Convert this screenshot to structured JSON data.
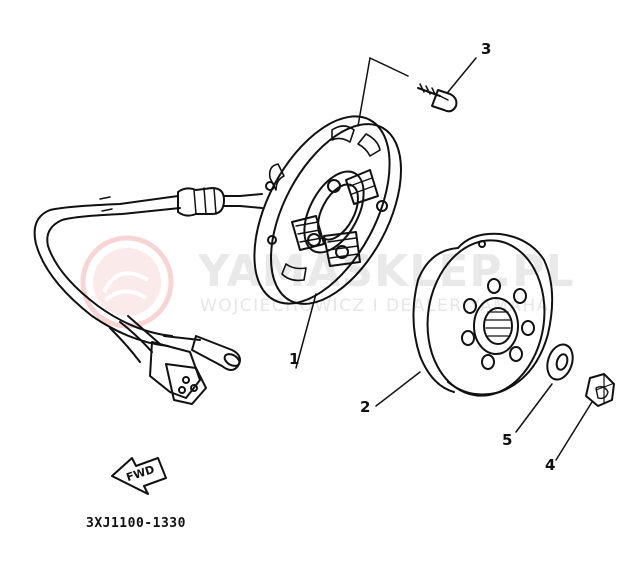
{
  "diagram": {
    "part_code": "3XJ1100-1330",
    "fwd_label": "FWD",
    "callouts": [
      {
        "id": "1",
        "label": "1"
      },
      {
        "id": "2",
        "label": "2"
      },
      {
        "id": "3",
        "label": "3"
      },
      {
        "id": "4",
        "label": "4"
      },
      {
        "id": "5",
        "label": "5"
      }
    ]
  },
  "watermark": {
    "title": "YAMASKLEP.PL",
    "subtitle": "WOJCIECHOWICZ I DEALER YAMAHA",
    "color": "#e05a5a"
  }
}
